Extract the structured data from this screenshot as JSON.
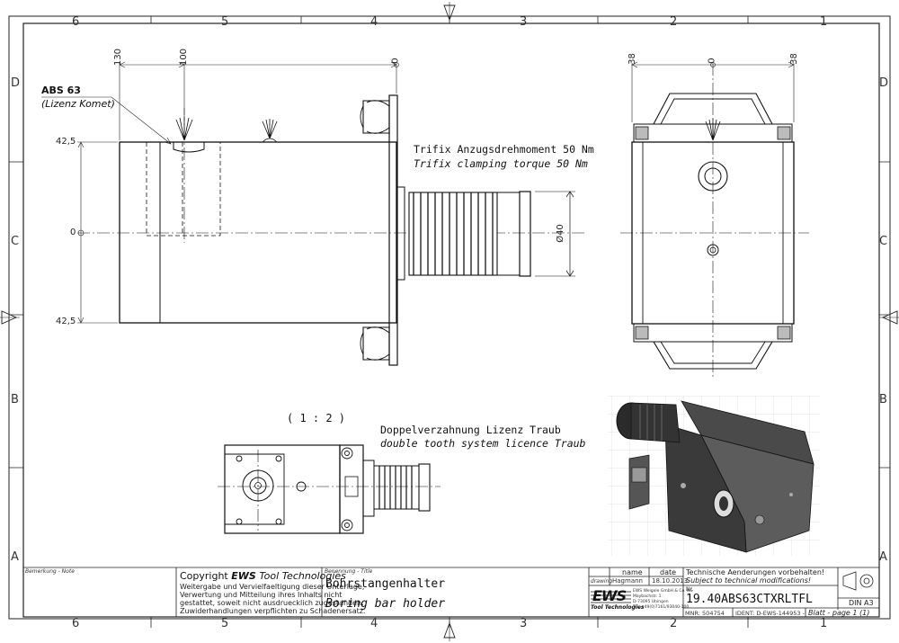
{
  "zones": {
    "columns": [
      "6",
      "5",
      "4",
      "3",
      "2",
      "1"
    ],
    "rows": [
      "D",
      "C",
      "B",
      "A"
    ]
  },
  "dimensions": {
    "top_130": "130",
    "top_100": "100",
    "top_0": "0",
    "left_top": "42,5",
    "left_mid": "0",
    "left_bot": "42,5",
    "diameter": "Ø40",
    "side_38_left": "38",
    "side_0": "0",
    "side_38_right": "38"
  },
  "notes": {
    "abs_title": "ABS 63",
    "abs_sub": "(Lizenz Komet)",
    "torque_de": "Trifix Anzugsdrehmoment  50 Nm",
    "torque_en": "Trifix clamping torque  50 Nm",
    "scale": "( 1 : 2 )",
    "tooth_de": "Doppelverzahnung Lizenz Traub",
    "tooth_en": "double tooth system licence Traub"
  },
  "title_block": {
    "remark_label": "Bemerkung - Note",
    "copyright_prefix": "Copyright ",
    "copyright_brand": "EWS",
    "copyright_suffix": " Tool Technologies",
    "copyright_lines": [
      "Weitergabe und Vervielfaeltigung dieser Unterlage,",
      "Verwertung und Mitteilung ihres Inhalts nicht",
      "gestattet, soweit nicht ausdruecklich zugestanden.",
      "Zuwiderhandlungen verpflichten zu Schadenersatz."
    ],
    "designation_label": "Benennung - Title",
    "title_de": "Bohrstangenhalter",
    "title_en": "Boring bar holder",
    "col_name": "name",
    "col_date": "date",
    "row_drawing": "drawing",
    "drawer_name": "Hagmann",
    "drawer_date": "18.10.2013",
    "logo": "EWS",
    "logo_sub": "Tool Technologies",
    "company_lines": [
      "EWS Weigele GmbH & Co. KG",
      "Maybachstr. 1",
      "D-73095 Uhingen",
      "Tel. +49(0)7161/93040-100"
    ],
    "change_de": "Technische Aenderungen vorbehalten!",
    "change_en": "Subject to technical modifications!",
    "nr_label": "Nr.",
    "part_number": "19.40ABS63CTXRLTFL",
    "mnr": "MNR: 504754",
    "ident": "IDENT: D-EWS-144953  -",
    "sheet_text": "Blatt - page  1 (1)",
    "format": "DIN A3"
  }
}
